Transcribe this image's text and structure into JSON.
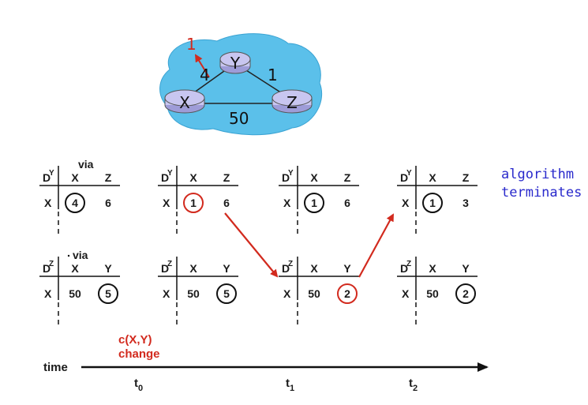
{
  "network": {
    "nodes": {
      "x": "X",
      "y": "Y",
      "z": "Z"
    },
    "links": {
      "xy": "4",
      "yz": "1",
      "xz": "50"
    },
    "changed_cost": "1"
  },
  "tables": {
    "header_d": "D",
    "via": "via",
    "row1": [
      {
        "node": "Y",
        "cols": [
          "X",
          "Z"
        ],
        "row": "X",
        "vals": [
          "4",
          "6"
        ],
        "show_via": true
      },
      {
        "node": "Y",
        "cols": [
          "X",
          "Z"
        ],
        "row": "X",
        "vals": [
          "1",
          "6"
        ],
        "show_via": false
      },
      {
        "node": "Y",
        "cols": [
          "X",
          "Z"
        ],
        "row": "X",
        "vals": [
          "1",
          "6"
        ],
        "show_via": false
      },
      {
        "node": "Y",
        "cols": [
          "X",
          "Z"
        ],
        "row": "X",
        "vals": [
          "1",
          "3"
        ],
        "show_via": false
      }
    ],
    "row2": [
      {
        "node": "Z",
        "cols": [
          "X",
          "Y"
        ],
        "row": "X",
        "vals": [
          "50",
          "5"
        ],
        "show_via": true
      },
      {
        "node": "Z",
        "cols": [
          "X",
          "Y"
        ],
        "row": "X",
        "vals": [
          "50",
          "5"
        ],
        "show_via": false
      },
      {
        "node": "Z",
        "cols": [
          "X",
          "Y"
        ],
        "row": "X",
        "vals": [
          "50",
          "2"
        ],
        "show_via": false
      },
      {
        "node": "Z",
        "cols": [
          "X",
          "Y"
        ],
        "row": "X",
        "vals": [
          "50",
          "2"
        ],
        "show_via": false
      }
    ]
  },
  "annotations": {
    "terminates_line1": "algorithm",
    "terminates_line2": "terminates",
    "change_line1": "c(X,Y)",
    "change_line2": "change"
  },
  "timeline": {
    "label": "time",
    "ticks": [
      {
        "base": "t",
        "sub": "0"
      },
      {
        "base": "t",
        "sub": "1"
      },
      {
        "base": "t",
        "sub": "2"
      }
    ]
  },
  "colors": {
    "cloud": "#5bc0ea",
    "router": "#c8c6f0",
    "red": "#d22a1e",
    "blue": "#2a2acc"
  }
}
